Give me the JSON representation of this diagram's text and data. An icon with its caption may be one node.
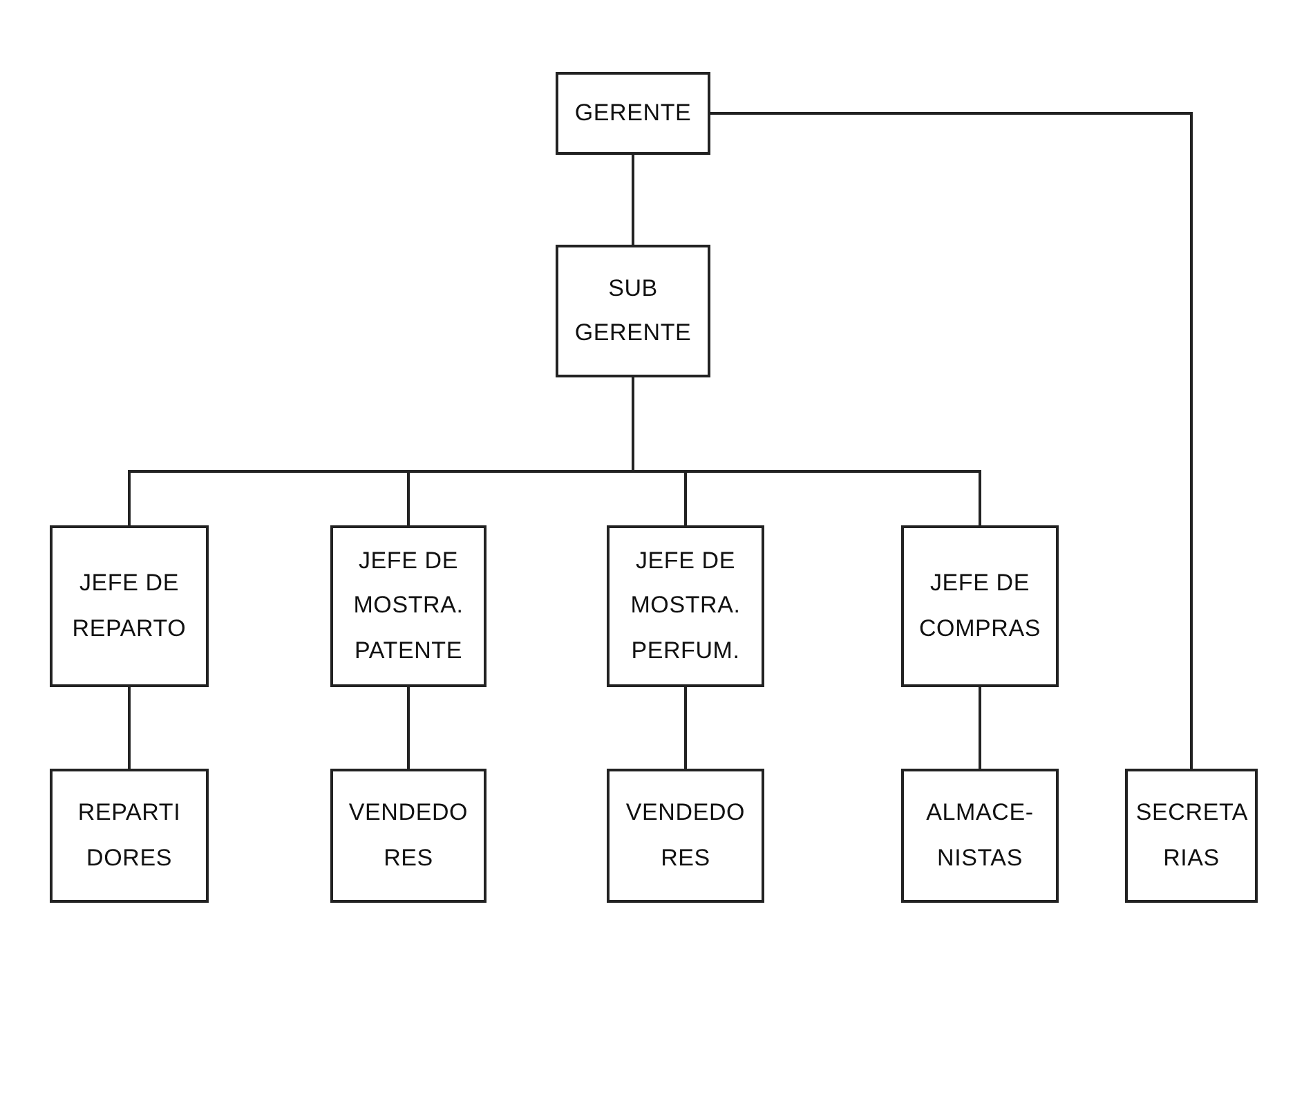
{
  "diagram": {
    "nodes": [
      {
        "text": [
          "GERENTE"
        ]
      },
      {
        "text": [
          "SUB GERENTE"
        ]
      },
      {
        "text": [
          "JEFE DE REPARTO"
        ]
      },
      {
        "text": [
          "JEFE DE MOSTRA. PATENTE"
        ]
      },
      {
        "text": [
          "JEFE DE MOSTRA. PERFUM."
        ]
      },
      {
        "text": [
          "JEFE DE COMPRAS"
        ]
      },
      {
        "text": [
          "REPARTI DORES"
        ]
      },
      {
        "text": [
          "VENDEDO RES"
        ]
      },
      {
        "text": [
          "VENDEDO RES"
        ]
      },
      {
        "text": [
          "ALMACE- NISTAS"
        ]
      },
      {
        "text": [
          "SECRETA RIAS"
        ]
      }
    ],
    "edges": [
      {
        "from": 0,
        "to": 1,
        "arrow": "none"
      },
      {
        "from": 1,
        "to": 2,
        "arrow": "none"
      },
      {
        "from": 1,
        "to": 3,
        "arrow": "none"
      },
      {
        "from": 1,
        "to": 4,
        "arrow": "none"
      },
      {
        "from": 1,
        "to": 5,
        "arrow": "none"
      },
      {
        "from": 2,
        "to": 6,
        "arrow": "none"
      },
      {
        "from": 3,
        "to": 7,
        "arrow": "none"
      },
      {
        "from": 4,
        "to": 8,
        "arrow": "none"
      },
      {
        "from": 5,
        "to": 9,
        "arrow": "none"
      },
      {
        "from": 0,
        "to": 10,
        "arrow": "none"
      }
    ]
  }
}
